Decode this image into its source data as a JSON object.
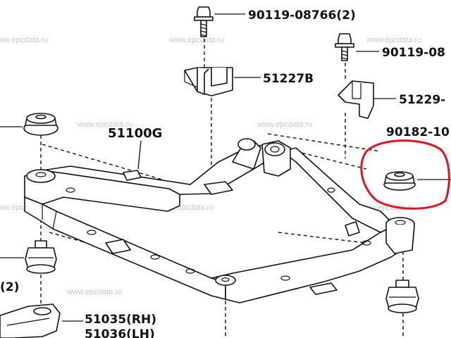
{
  "labels": {
    "bolt_top": "90119-08766(2)",
    "bolt_right": "90119-08",
    "bracket_left": "51227B",
    "bracket_right": "51229-",
    "crossmember": "51100G",
    "stopper": "90182-10",
    "bottom_rh": "51035(RH)",
    "bottom_lh": "51036(LH)",
    "left_qty": "(2)"
  },
  "watermark": "www.epcdata.ru",
  "colors": {
    "highlight": "#e0141e",
    "ink": "#111111",
    "watermark": "#c8c8c8"
  }
}
